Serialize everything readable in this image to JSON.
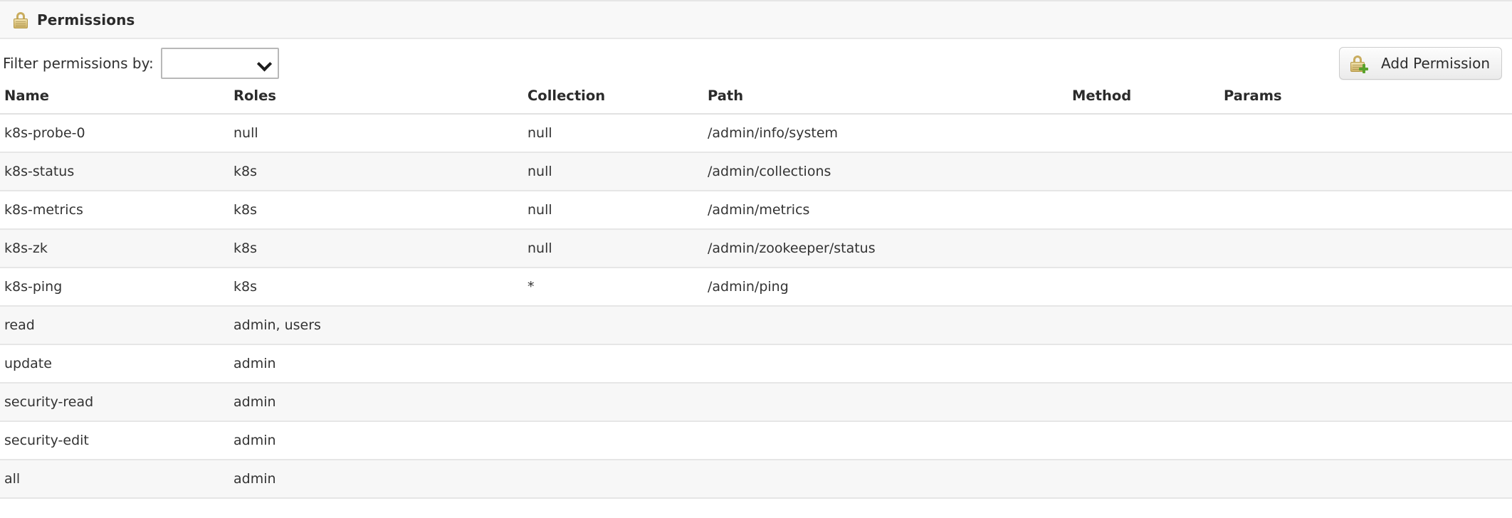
{
  "panel": {
    "title": "Permissions",
    "icon": "lock-icon"
  },
  "toolbar": {
    "filter_label": "Filter permissions by:",
    "filter_value": "",
    "filter_placeholder": "",
    "filter_options": [
      ""
    ],
    "add_button_label": "Add Permission",
    "add_button_icon": "lock-add-icon"
  },
  "table": {
    "columns": [
      "Name",
      "Roles",
      "Collection",
      "Path",
      "Method",
      "Params"
    ],
    "rows": [
      {
        "name": "k8s-probe-0",
        "roles": "null",
        "collection": "null",
        "path": "/admin/info/system",
        "method": "",
        "params": ""
      },
      {
        "name": "k8s-status",
        "roles": "k8s",
        "collection": "null",
        "path": "/admin/collections",
        "method": "",
        "params": ""
      },
      {
        "name": "k8s-metrics",
        "roles": "k8s",
        "collection": "null",
        "path": "/admin/metrics",
        "method": "",
        "params": ""
      },
      {
        "name": "k8s-zk",
        "roles": "k8s",
        "collection": "null",
        "path": "/admin/zookeeper/status",
        "method": "",
        "params": ""
      },
      {
        "name": "k8s-ping",
        "roles": "k8s",
        "collection": "*",
        "path": "/admin/ping",
        "method": "",
        "params": ""
      },
      {
        "name": "read",
        "roles": "admin, users",
        "collection": "",
        "path": "",
        "method": "",
        "params": ""
      },
      {
        "name": "update",
        "roles": "admin",
        "collection": "",
        "path": "",
        "method": "",
        "params": ""
      },
      {
        "name": "security-read",
        "roles": "admin",
        "collection": "",
        "path": "",
        "method": "",
        "params": ""
      },
      {
        "name": "security-edit",
        "roles": "admin",
        "collection": "",
        "path": "",
        "method": "",
        "params": ""
      },
      {
        "name": "all",
        "roles": "admin",
        "collection": "",
        "path": "",
        "method": "",
        "params": ""
      }
    ]
  },
  "colors": {
    "header_bg": "#f8f8f8",
    "row_stripe": "#f7f7f7",
    "row_border": "#e6e6e6",
    "text": "#333333",
    "lock_gold": "#ddc784",
    "plus_green": "#5aa22c"
  }
}
